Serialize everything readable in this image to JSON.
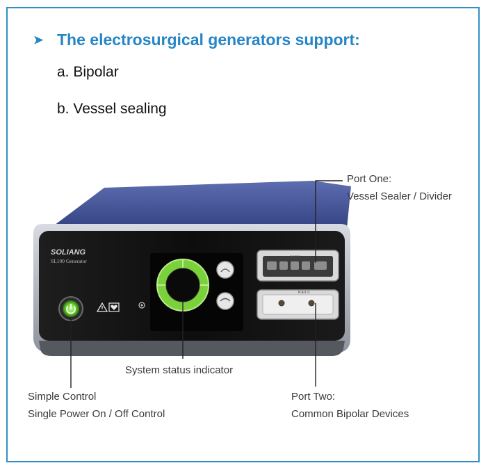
{
  "heading": {
    "arrow_icon": "arrow-right-icon",
    "text": "The electrosurgical generators support:",
    "color": "#2585c6"
  },
  "support_list": [
    {
      "label": "a. Bipolar"
    },
    {
      "label": "b. Vessel sealing"
    }
  ],
  "device": {
    "brand": "SOLIANG",
    "model": "SL100 Generator",
    "port_one_label": "PORT I",
    "port_two_label": "PORT II"
  },
  "callouts": {
    "port_one": {
      "line1": "Port One:",
      "line2": "Vessel Sealer / Divider"
    },
    "status": {
      "line1": "System status indicator"
    },
    "simple_control": {
      "line1": "Simple Control",
      "line2": "Single Power On / Off  Control"
    },
    "port_two": {
      "line1": "Port Two:",
      "line2": "Common Bipolar Devices"
    }
  },
  "colors": {
    "border": "#2f8fc4",
    "indicator_green": "#7bd13a",
    "panel": "#151515",
    "housing_top": "#3e4f93"
  }
}
